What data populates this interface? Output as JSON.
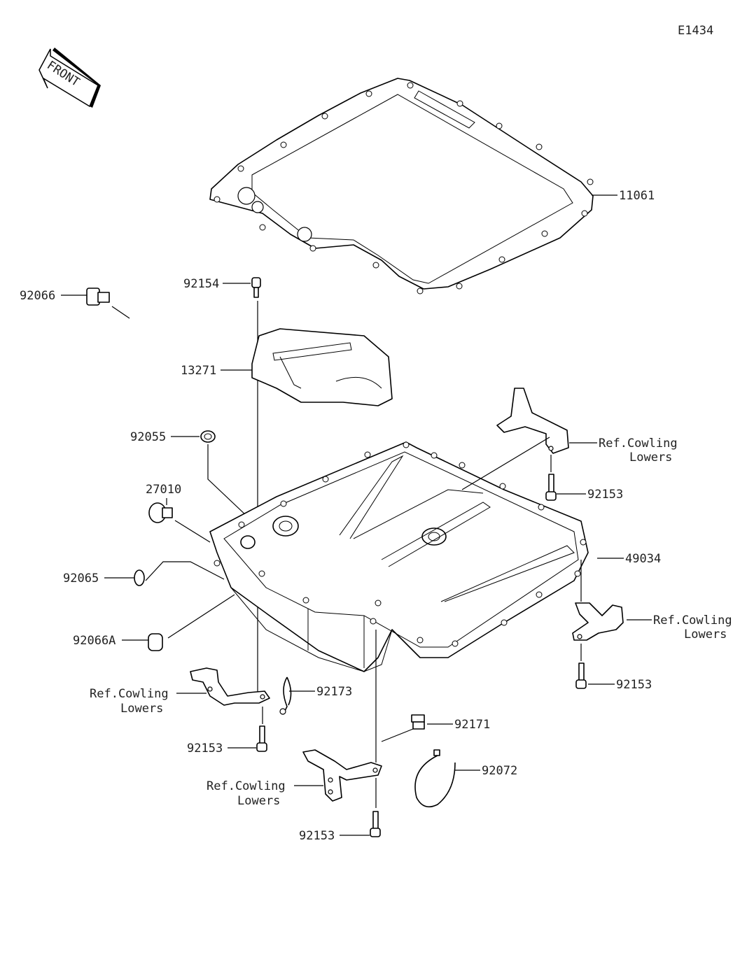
{
  "diagram_id": "E1434",
  "front_label": "FRONT",
  "parts": {
    "p11061": "11061",
    "p92154": "92154",
    "p13271": "13271",
    "p92055": "92055",
    "p27010": "27010",
    "p92066": "92066",
    "p92065": "92065",
    "p92066A": "92066A",
    "p49034": "49034",
    "p92173": "92173",
    "p92171": "92171",
    "p92072": "92072",
    "p92153_tr": "92153",
    "p92153_r": "92153",
    "p92153_l": "92153",
    "p92153_b": "92153"
  },
  "refs": {
    "tr": {
      "line1": "Ref.Cowling",
      "line2": "Lowers"
    },
    "r": {
      "line1": "Ref.Cowling",
      "line2": "Lowers"
    },
    "l": {
      "line1": "Ref.Cowling",
      "line2": "Lowers"
    },
    "b": {
      "line1": "Ref.Cowling",
      "line2": "Lowers"
    }
  }
}
